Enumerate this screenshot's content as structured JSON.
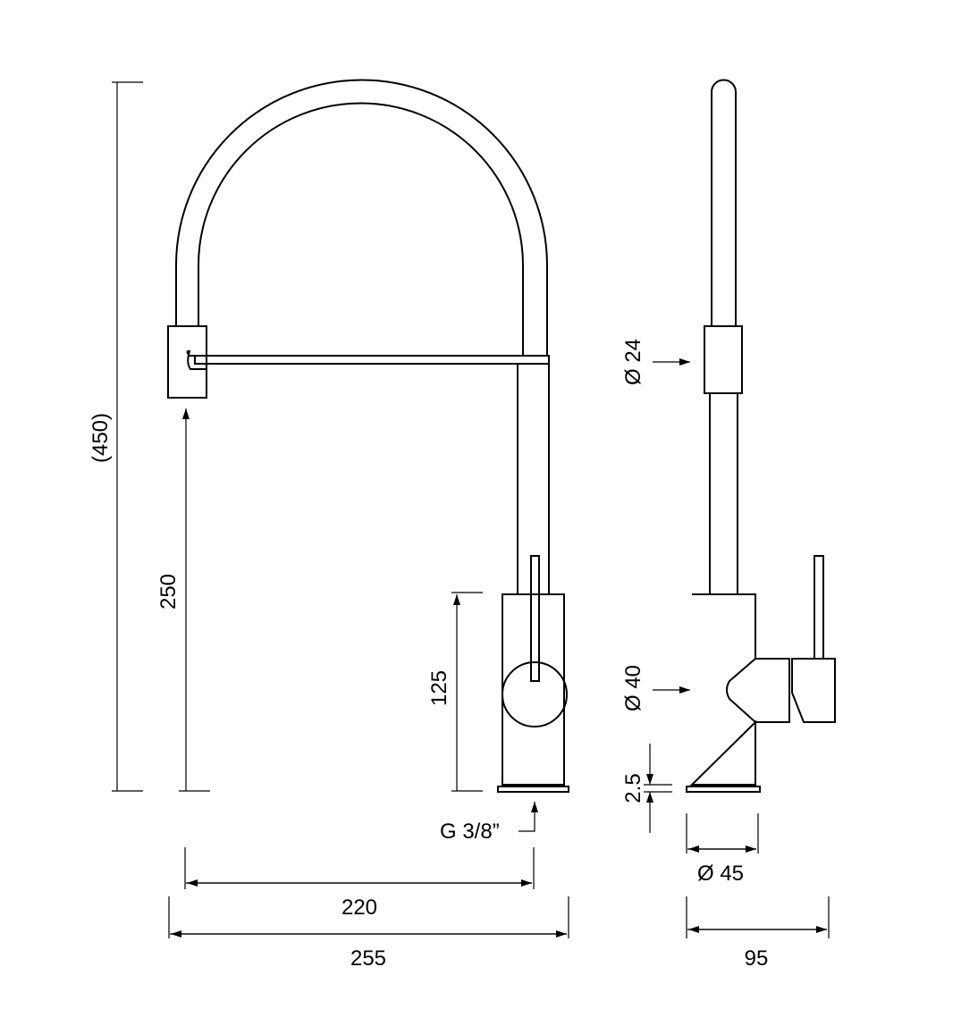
{
  "dimensions": {
    "total_height": "(450)",
    "spout_height": "250",
    "body_height": "125",
    "connection": "G 3/8”",
    "spout_reach": "220",
    "total_length": "255",
    "hose_diameter": "Ø 24",
    "body_diameter": "Ø 40",
    "plate_thickness": "2.5",
    "base_diameter": "Ø 45",
    "depth": "95"
  },
  "colors": {
    "line": "#000000",
    "background": "#ffffff"
  }
}
